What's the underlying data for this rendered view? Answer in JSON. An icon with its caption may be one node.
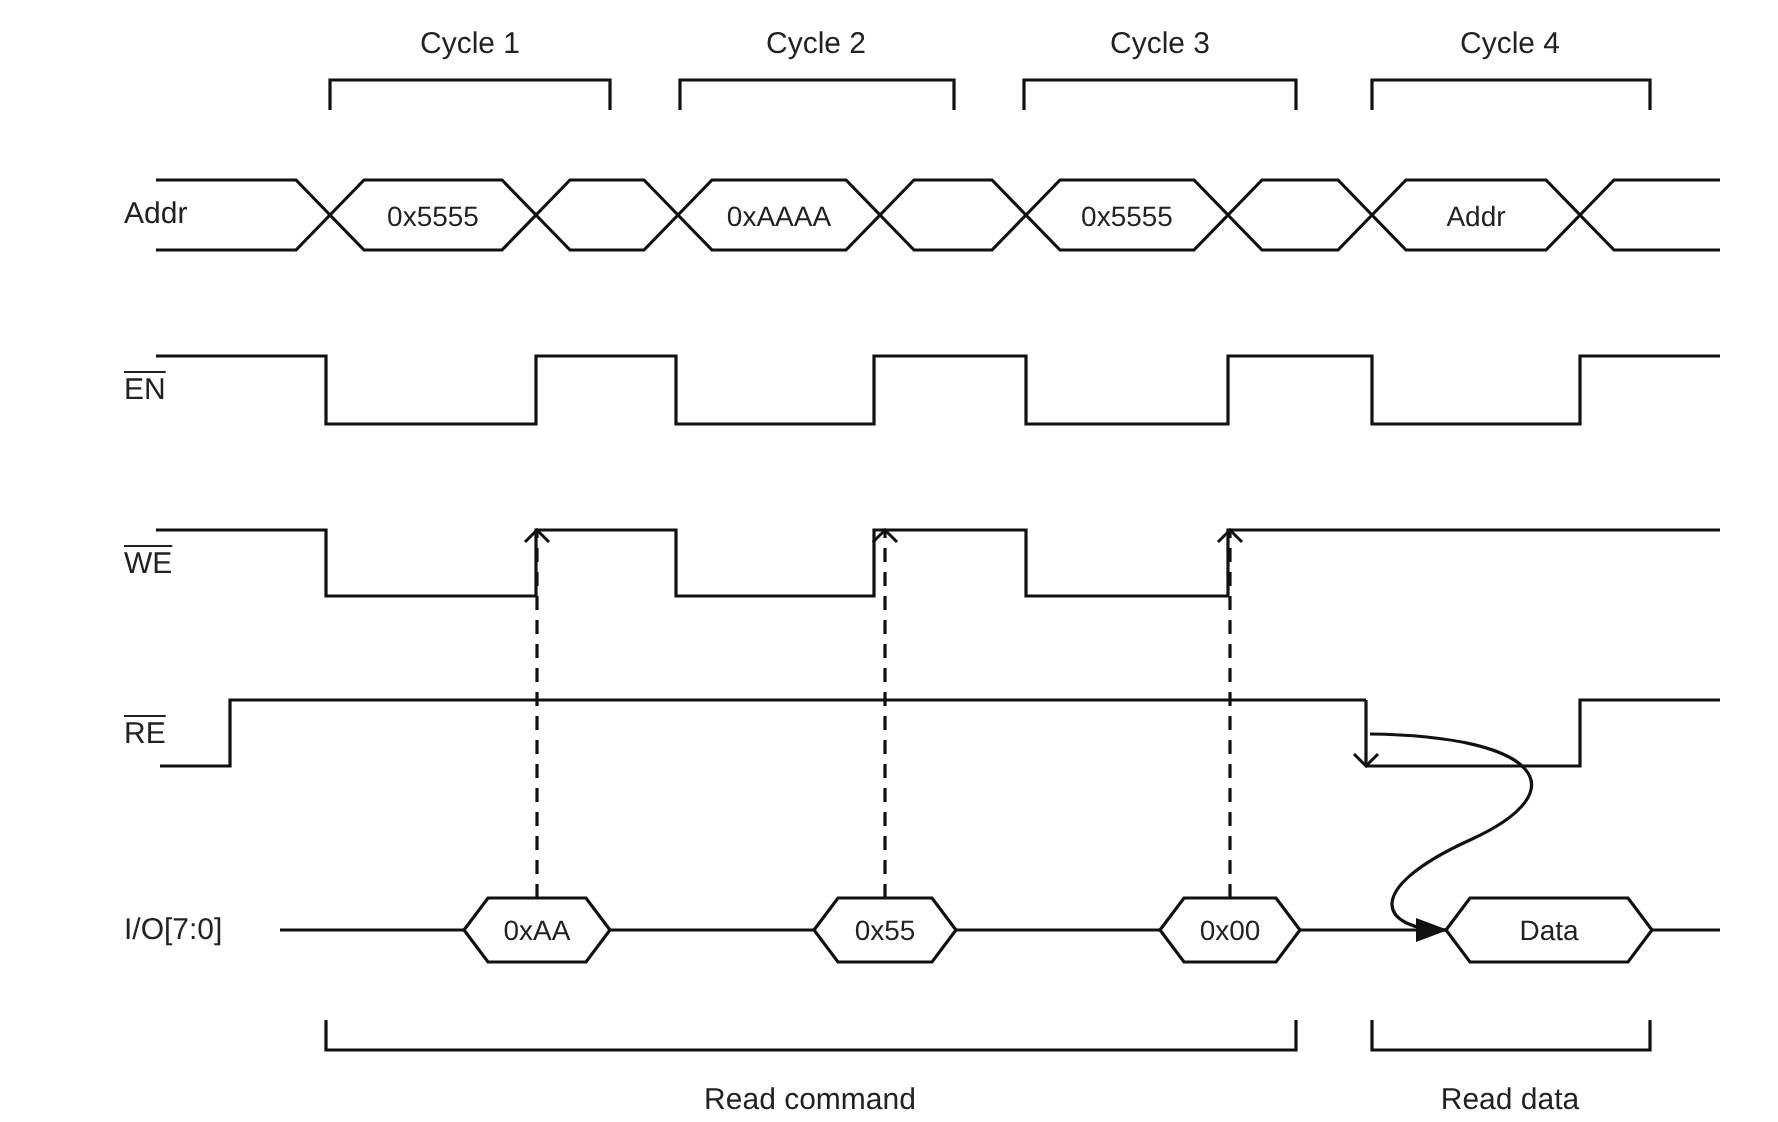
{
  "diagram": {
    "nodes": [
      {
        "text": [
          "0x5555"
        ]
      },
      {
        "text": [
          "0xAAAA"
        ]
      },
      {
        "text": [
          "0x5555"
        ]
      },
      {
        "text": [
          "Addr"
        ]
      },
      {
        "text": [
          "0xAA"
        ]
      },
      {
        "text": [
          "0x55"
        ]
      },
      {
        "text": [
          "0x00"
        ]
      },
      {
        "text": [
          "Data"
        ]
      },
      {
        "text": [],
        "shape": "line"
      },
      {
        "text": [],
        "shape": "line"
      }
    ],
    "edges": [
      {
        "from": 4,
        "to": 8,
        "arrow": "to",
        "style": "dashed"
      },
      {
        "from": 5,
        "to": 8,
        "arrow": "to",
        "style": "dashed"
      },
      {
        "from": 6,
        "to": 8,
        "arrow": "to",
        "style": "dashed"
      },
      {
        "from": 9,
        "to": 7,
        "arrow": "to"
      },
      {
        "from": 4,
        "to": 5,
        "arrow": "none"
      },
      {
        "from": 5,
        "to": 6,
        "arrow": "none"
      },
      {
        "from": 6,
        "to": 7,
        "arrow": "none"
      }
    ],
    "labels": [
      "Cycle 1",
      "Cycle 2",
      "Cycle 3",
      "Cycle 4",
      "Addr",
      "EN",
      "WE",
      "RE",
      "I/O[7:0]",
      "Read command",
      "Read data"
    ]
  }
}
